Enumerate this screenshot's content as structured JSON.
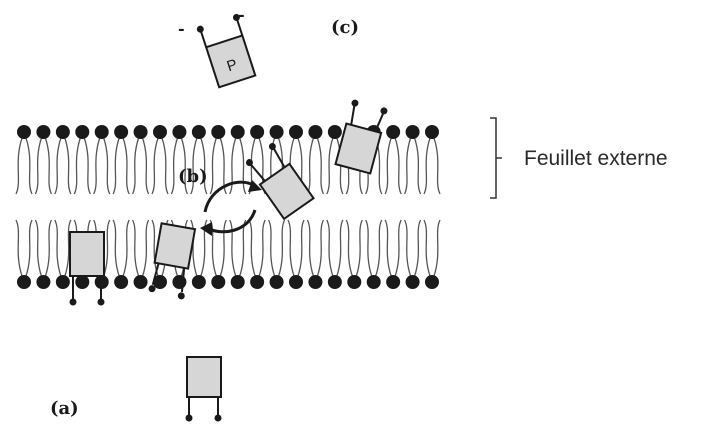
{
  "labels": {
    "a": "(a)",
    "b": "(b)",
    "c": "(c)",
    "protein_letter": "P",
    "charge_left": "-",
    "charge_right": "-",
    "leaflet": "Feuillet externe"
  },
  "colors": {
    "protein_fill": "#d6d6d6",
    "ink": "#1a1a1a",
    "tail": "#555555"
  },
  "lipid_heads_top_count": 22,
  "lipid_heads_bottom_count": 22
}
